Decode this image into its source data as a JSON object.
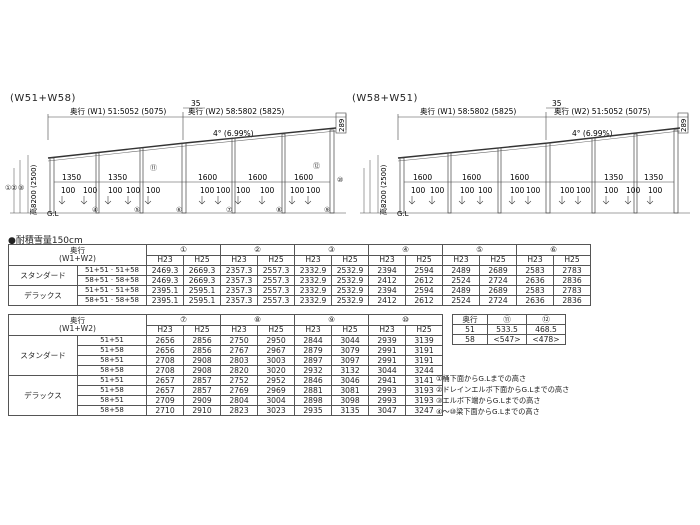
{
  "diagram_left": {
    "title": "(W51+W58)",
    "depth_w1": "奥行 (W1) 51:5052 (5075)",
    "depth_w2": "奥行 (W2) 58:5802 (5825)",
    "offset": "35",
    "slope": "4° (6.99%)",
    "height_left": "289",
    "beam_height": "高8200 (2500)",
    "gl": "G.L",
    "spans_top": [
      "1350",
      "1350",
      "1600",
      "1600",
      "1600"
    ],
    "posts_100": [
      "100",
      "100",
      "100",
      "100",
      "100",
      "100",
      "100",
      "100",
      "100",
      "100",
      "100"
    ],
    "circle_labels": [
      "①",
      "②",
      "③",
      "④",
      "⑤",
      "⑥",
      "⑦",
      "⑧",
      "⑨",
      "⑩",
      "⑪",
      "⑫"
    ]
  },
  "diagram_right": {
    "title": "(W58+W51)",
    "depth_w1": "奥行 (W1) 58:5802 (5825)",
    "depth_w2": "奥行 (W2) 51:5052 (5075)",
    "offset": "35",
    "slope": "4° (6.99%)",
    "height_right": "289",
    "beam_height": "高8200 (2500)",
    "gl": "G.L",
    "spans_top": [
      "1600",
      "1600",
      "1600",
      "1350",
      "1350"
    ],
    "posts_100": [
      "100",
      "100",
      "100",
      "100",
      "100",
      "100",
      "100",
      "100",
      "100",
      "100",
      "100"
    ]
  },
  "snow_label": "●耐積雪量150cm",
  "table1": {
    "header_key": "奥行\n(W1+W2)",
    "groups": [
      "①",
      "②",
      "③",
      "④",
      "⑤",
      "⑥"
    ],
    "sub": [
      "H23",
      "H25"
    ],
    "rows": [
      {
        "type": "スタンダード",
        "key": "51+51 · 51+58",
        "vals": [
          "2469.3",
          "2669.3",
          "2357.3",
          "2557.3",
          "2332.9",
          "2532.9",
          "2394",
          "2594",
          "2489",
          "2689",
          "2583",
          "2783"
        ]
      },
      {
        "type": "",
        "key": "58+51 · 58+58",
        "vals": [
          "2469.3",
          "2669.3",
          "2357.3",
          "2557.3",
          "2332.9",
          "2532.9",
          "2412",
          "2612",
          "2524",
          "2724",
          "2636",
          "2836"
        ]
      },
      {
        "type": "デラックス",
        "key": "51+51 · 51+58",
        "vals": [
          "2395.1",
          "2595.1",
          "2357.3",
          "2557.3",
          "2332.9",
          "2532.9",
          "2394",
          "2594",
          "2489",
          "2689",
          "2583",
          "2783"
        ]
      },
      {
        "type": "",
        "key": "58+51 · 58+58",
        "vals": [
          "2395.1",
          "2595.1",
          "2357.3",
          "2557.3",
          "2332.9",
          "2532.9",
          "2412",
          "2612",
          "2524",
          "2724",
          "2636",
          "2836"
        ]
      }
    ]
  },
  "table2": {
    "header_key": "奥行\n(W1+W2)",
    "groups": [
      "⑦",
      "⑧",
      "⑨",
      "⑩"
    ],
    "sub": [
      "H23",
      "H25"
    ],
    "rows": [
      {
        "type": "スタンダード",
        "key": "51+51",
        "vals": [
          "2656",
          "2856",
          "2750",
          "2950",
          "2844",
          "3044",
          "2939",
          "3139"
        ]
      },
      {
        "type": "",
        "key": "51+58",
        "vals": [
          "2656",
          "2856",
          "2767",
          "2967",
          "2879",
          "3079",
          "2991",
          "3191"
        ]
      },
      {
        "type": "",
        "key": "58+51",
        "vals": [
          "2708",
          "2908",
          "2803",
          "3003",
          "2897",
          "3097",
          "2991",
          "3191"
        ]
      },
      {
        "type": "",
        "key": "58+58",
        "vals": [
          "2708",
          "2908",
          "2820",
          "3020",
          "2932",
          "3132",
          "3044",
          "3244"
        ]
      },
      {
        "type": "デラックス",
        "key": "51+51",
        "vals": [
          "2657",
          "2857",
          "2752",
          "2952",
          "2846",
          "3046",
          "2941",
          "3141"
        ]
      },
      {
        "type": "",
        "key": "51+58",
        "vals": [
          "2657",
          "2857",
          "2769",
          "2969",
          "2881",
          "3081",
          "2993",
          "3193"
        ]
      },
      {
        "type": "",
        "key": "58+51",
        "vals": [
          "2709",
          "2909",
          "2804",
          "3004",
          "2898",
          "3098",
          "2993",
          "3193"
        ]
      },
      {
        "type": "",
        "key": "58+58",
        "vals": [
          "2710",
          "2910",
          "2823",
          "3023",
          "2935",
          "3135",
          "3047",
          "3247"
        ]
      }
    ]
  },
  "table3": {
    "header": [
      "奥行",
      "⑪",
      "⑫"
    ],
    "rows": [
      {
        "key": "51",
        "a": "533.5",
        "b": "468.5"
      },
      {
        "key": "58",
        "a": "<547>",
        "b": "<478>"
      }
    ]
  },
  "notes": [
    "①桶下面からG.Lまでの高さ",
    "②ドレインエルボ下面からG.Lまでの高さ",
    "③エルボ下端からG.Lまでの高さ",
    "④～⑩梁下面からG.Lまでの高さ"
  ]
}
